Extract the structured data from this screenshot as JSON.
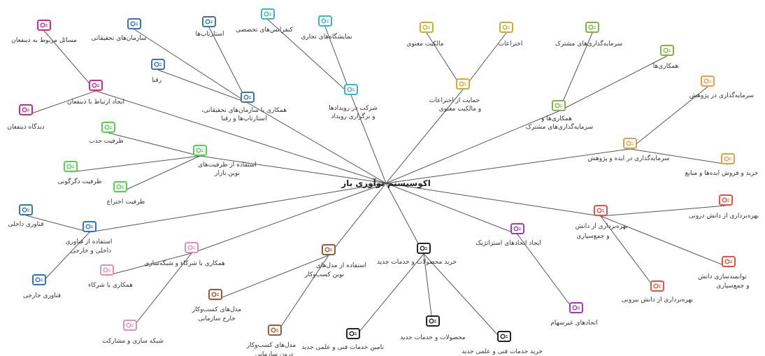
{
  "diagram": {
    "root": {
      "label": "اکوسیستم نوآوری باز"
    },
    "branches": [
      {
        "label": "همکاری با سازمان‌های تحقیقاتی، استارتاپ‌ها و رقبا",
        "color": "#3a72b8",
        "children": [
          "سازمان‌های تحقیقاتی",
          "استارتاپ‌ها",
          "رقبا"
        ]
      },
      {
        "label": "شرکت در رویدادها و برگزاری رویداد",
        "color": "#39b8c4",
        "children": [
          "کنفرانس‌های تخصصی",
          "نمایشگاه‌های تجاری"
        ]
      },
      {
        "label": "حمایت از اختراعات و مالکیت معنوی",
        "color": "#cfae2a",
        "children": [
          "مالکیت معنوی",
          "اختراعات"
        ]
      },
      {
        "label": "همکاری‌ها و سرمایه‌گذاری‌های مشترک",
        "color": "#7db53d",
        "children": [
          "سرمایه‌گذاری‌های مشترک",
          "همکاری‌ها"
        ]
      },
      {
        "label": "سرمایه‌گذاری در ایده و پژوهش",
        "color": "#ee9b47",
        "children": [
          "سرمایه‌گذاری در پژوهش",
          "خرید و فروش ایده‌ها و منابع"
        ]
      },
      {
        "label": "بهره‌برداری از دانش و جمع‌سپاری",
        "color": "#e8533f",
        "children": [
          "بهره‌برداری از دانش درونی",
          "توانمندسازی دانش و جمع‌سپاری",
          "بهره‌برداری از دانش بیرونی"
        ]
      },
      {
        "label": "ایجاد اتحادهای استراتژیک",
        "color": "#a23ab8",
        "children": [
          "اتحادهای غیرسهام"
        ]
      },
      {
        "label": "خرید محصولات و خدمات جدید",
        "color": "#222222",
        "children": [
          "تامین خدمات فنی و علمی جدید",
          "محصولات و خدمات جدید",
          "خرید خدمات فنی و علمی جدید"
        ]
      },
      {
        "label": "استفاده از مدل‌های نوین کسب‌وکار",
        "color": "#9c5a32",
        "children": [
          "مدل‌های کسب‌وکار خارج سازمانی",
          "مدل‌های کسب‌وکار درون سازمانی"
        ]
      },
      {
        "label": "همکاری با شرکاء و شبکه‌سازی",
        "color": "#e58fb5",
        "children": [
          "همکاری با شرکاء",
          "شبکه سازی و مشارکت"
        ]
      },
      {
        "label": "استفاده از فناوری داخلی و خارجی",
        "color": "#3a72b8",
        "children": [
          "فناوری داخلی",
          "فناوری خارجی"
        ]
      },
      {
        "label": "استفاده از ظرفیت‌های نوین بازار",
        "color": "#4fd84a",
        "children": [
          "ظرفیت جذب",
          "ظرفیت دگرگونی",
          "ظرفیت اختراع"
        ]
      },
      {
        "label": "ایجاد ارتباط با ذینفعان",
        "color": "#d6278f",
        "children": [
          "مسائل مربوط به ذینفعان",
          "دیدگاه ذینفعان"
        ]
      }
    ]
  }
}
